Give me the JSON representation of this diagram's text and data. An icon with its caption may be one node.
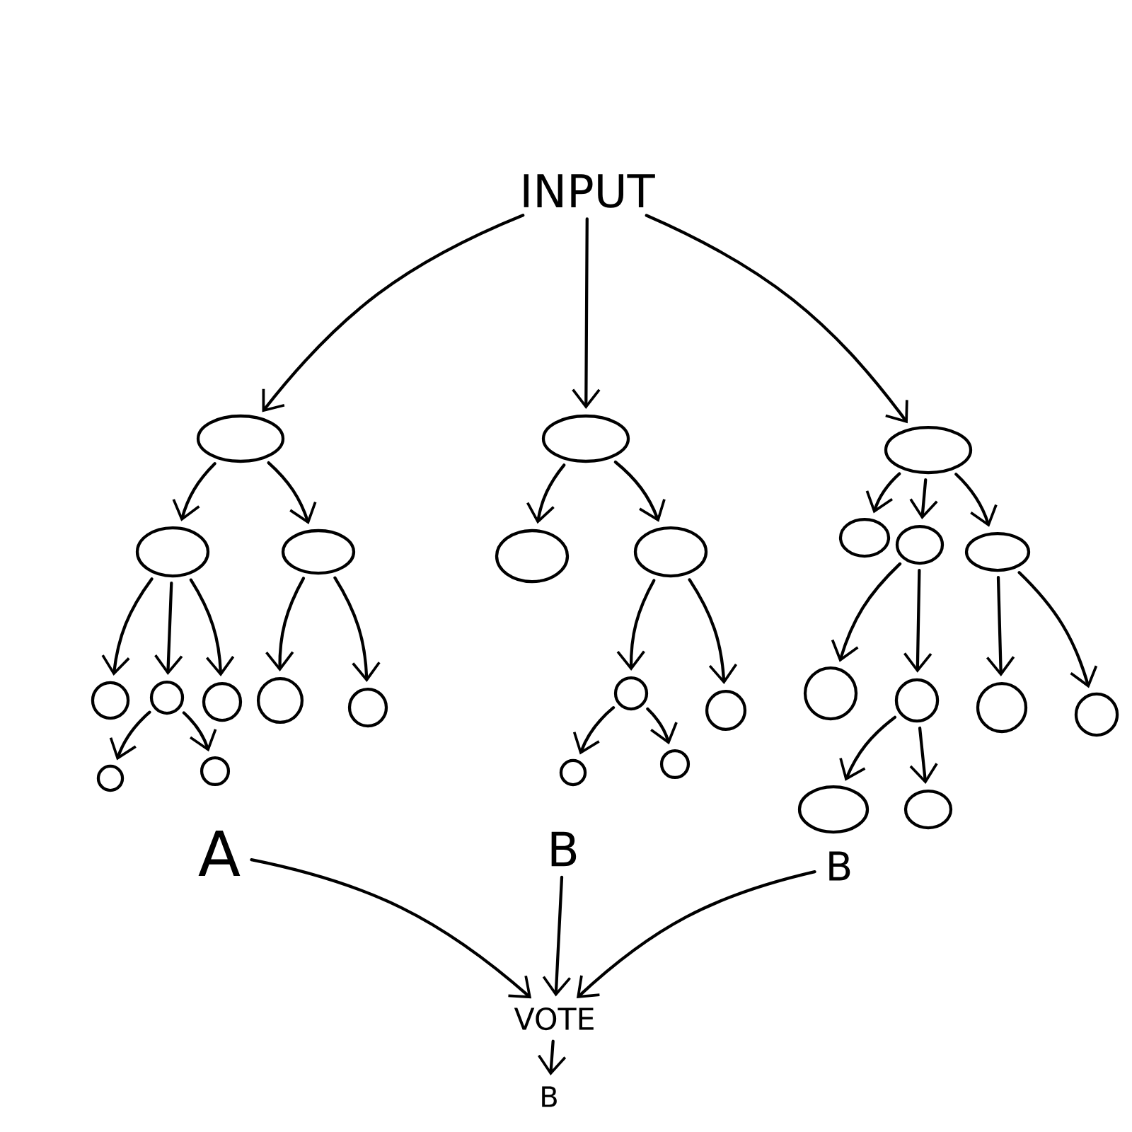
{
  "diagram": {
    "nodes": [
      {
        "text": [
          "INPUT"
        ]
      },
      {
        "text": [],
        "shape": "ellipse"
      },
      {
        "text": [],
        "shape": "ellipse"
      },
      {
        "text": [],
        "shape": "ellipse"
      },
      {
        "text": [],
        "shape": "circle"
      },
      {
        "text": [],
        "shape": "circle"
      },
      {
        "text": [],
        "shape": "circle"
      },
      {
        "text": [],
        "shape": "circle"
      },
      {
        "text": [],
        "shape": "circle"
      },
      {
        "text": [],
        "shape": "circle"
      },
      {
        "text": [],
        "shape": "circle"
      },
      {
        "text": [
          "A"
        ]
      },
      {
        "text": [],
        "shape": "ellipse"
      },
      {
        "text": [],
        "shape": "ellipse"
      },
      {
        "text": [],
        "shape": "ellipse"
      },
      {
        "text": [],
        "shape": "circle"
      },
      {
        "text": [],
        "shape": "circle"
      },
      {
        "text": [],
        "shape": "circle"
      },
      {
        "text": [],
        "shape": "circle"
      },
      {
        "text": [
          "B"
        ]
      },
      {
        "text": [],
        "shape": "ellipse"
      },
      {
        "text": [],
        "shape": "ellipse"
      },
      {
        "text": [],
        "shape": "ellipse"
      },
      {
        "text": [],
        "shape": "ellipse"
      },
      {
        "text": [],
        "shape": "circle"
      },
      {
        "text": [],
        "shape": "circle"
      },
      {
        "text": [],
        "shape": "circle"
      },
      {
        "text": [],
        "shape": "circle"
      },
      {
        "text": [],
        "shape": "ellipse"
      },
      {
        "text": [],
        "shape": "ellipse"
      },
      {
        "text": [
          "B"
        ]
      },
      {
        "text": [
          "VOTE"
        ]
      },
      {
        "text": [
          "B"
        ]
      }
    ],
    "edges": [
      {
        "from": 0,
        "to": 1,
        "arrow": "to"
      },
      {
        "from": 0,
        "to": 12,
        "arrow": "to"
      },
      {
        "from": 0,
        "to": 20,
        "arrow": "to"
      },
      {
        "from": 1,
        "to": 2,
        "arrow": "to"
      },
      {
        "from": 1,
        "to": 3,
        "arrow": "to"
      },
      {
        "from": 2,
        "to": 4,
        "arrow": "to"
      },
      {
        "from": 2,
        "to": 5,
        "arrow": "to"
      },
      {
        "from": 2,
        "to": 6,
        "arrow": "to"
      },
      {
        "from": 3,
        "to": 7,
        "arrow": "to"
      },
      {
        "from": 3,
        "to": 8,
        "arrow": "to"
      },
      {
        "from": 5,
        "to": 9,
        "arrow": "to"
      },
      {
        "from": 5,
        "to": 10,
        "arrow": "to"
      },
      {
        "from": 12,
        "to": 13,
        "arrow": "to"
      },
      {
        "from": 12,
        "to": 14,
        "arrow": "to"
      },
      {
        "from": 14,
        "to": 15,
        "arrow": "to"
      },
      {
        "from": 14,
        "to": 16,
        "arrow": "to"
      },
      {
        "from": 15,
        "to": 17,
        "arrow": "to"
      },
      {
        "from": 15,
        "to": 18,
        "arrow": "to"
      },
      {
        "from": 20,
        "to": 21,
        "arrow": "to"
      },
      {
        "from": 20,
        "to": 22,
        "arrow": "to"
      },
      {
        "from": 20,
        "to": 23,
        "arrow": "to"
      },
      {
        "from": 22,
        "to": 24,
        "arrow": "to"
      },
      {
        "from": 22,
        "to": 25,
        "arrow": "to"
      },
      {
        "from": 23,
        "to": 26,
        "arrow": "to"
      },
      {
        "from": 23,
        "to": 27,
        "arrow": "to"
      },
      {
        "from": 25,
        "to": 28,
        "arrow": "to"
      },
      {
        "from": 25,
        "to": 29,
        "arrow": "to"
      },
      {
        "from": 11,
        "to": 31,
        "arrow": "to"
      },
      {
        "from": 19,
        "to": 31,
        "arrow": "to"
      },
      {
        "from": 30,
        "to": 31,
        "arrow": "to"
      },
      {
        "from": 31,
        "to": 32,
        "arrow": "to"
      }
    ]
  }
}
